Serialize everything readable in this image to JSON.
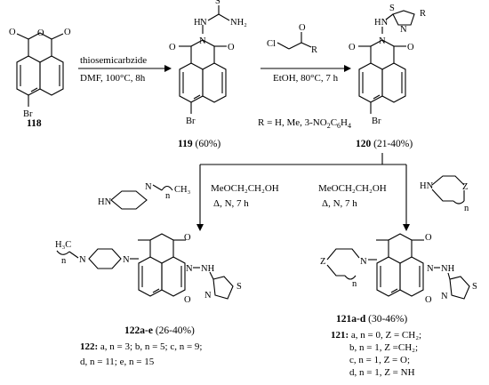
{
  "reagents": {
    "step1_top": "thiosemicarbzide",
    "step1_bottom": "DMF, 100°C, 8h",
    "step2_top_a": "Cl",
    "step2_top_b": "R",
    "step2_bottom": "EtOH, 80°C, 7 h",
    "r_def_prefix": "R = H, Me, 3-NO",
    "r_def_sub1": "2",
    "r_def_mid": "C",
    "r_def_sub2": "6",
    "r_def_mid2": "H",
    "r_def_sub3": "4",
    "left_solvent": "MeOCH₂CH₂OH",
    "left_conditions": "Δ, N, 7 h",
    "right_solvent": "MeOCH₂CH₂OH",
    "right_conditions": "Δ, N, 7 h"
  },
  "compounds": {
    "c118": {
      "id": "118"
    },
    "c119": {
      "id": "119",
      "yield": "(60%)"
    },
    "c120": {
      "id": "120",
      "yield": "(21-40%)"
    },
    "c122": {
      "id": "122a-e",
      "yield": "(26-40%)",
      "variants_id": "122:",
      "variants_line1": "a, n = 3;  b, n = 5; c, n = 9;",
      "variants_line2": "d, n = 11; e, n = 15"
    },
    "c121": {
      "id": "121a-d",
      "yield": "(30-46%)",
      "variants_id": "121:",
      "variants_line1": "a, n = 0, Z = CH₂;",
      "variants_line2": "b, n = 1, Z =CH₂;",
      "variants_line3": "c, n = 1, Z = O;",
      "variants_line4": "d, n = 1, Z = NH"
    }
  },
  "atoms": {
    "O": "O",
    "Br": "Br",
    "N": "N",
    "H": "H",
    "S": "S",
    "R": "R",
    "NH2": "NH₂",
    "HN": "HN",
    "NH": "NH",
    "CH3": "CH₃",
    "H3C": "H₃C",
    "Z": "Z",
    "n": "n"
  }
}
